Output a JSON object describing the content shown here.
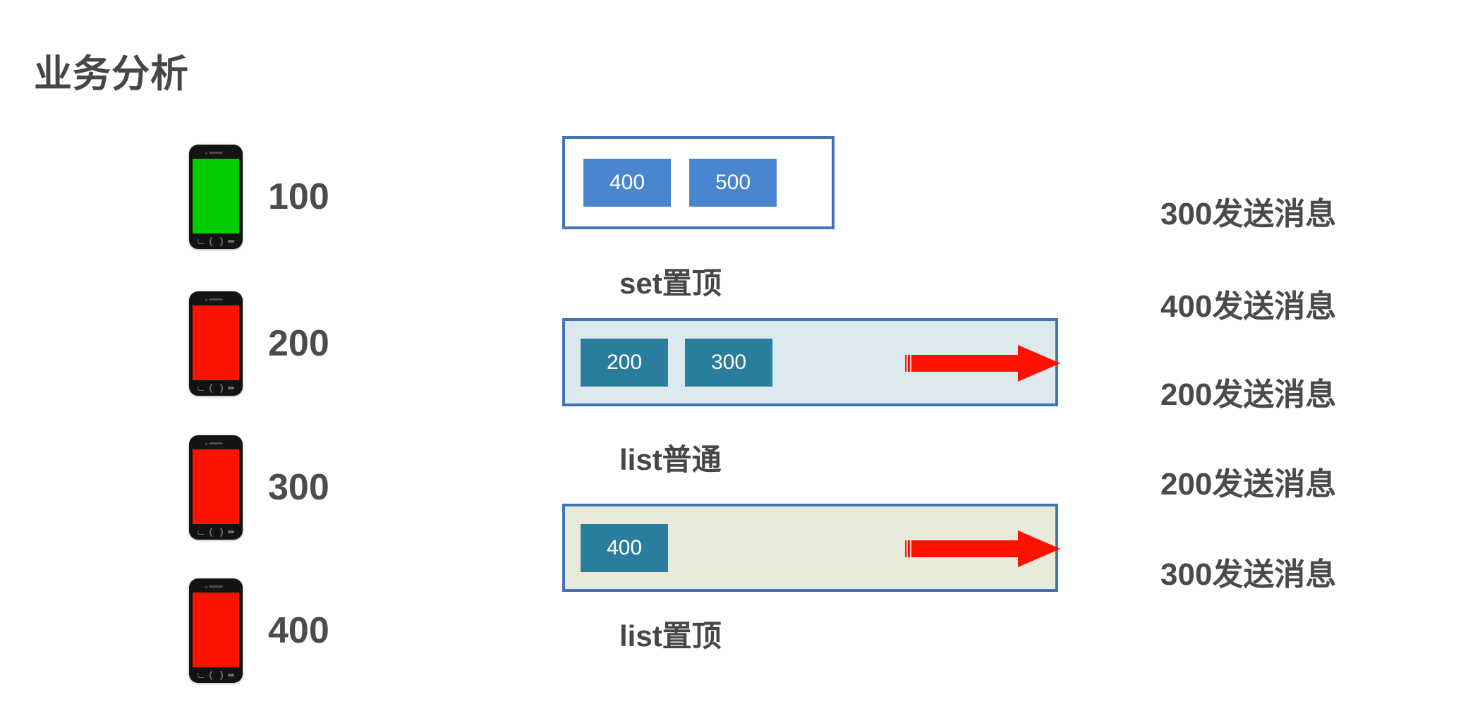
{
  "title": "业务分析",
  "phones": [
    {
      "label": "100",
      "screen_color": "#00cc00",
      "state": "green"
    },
    {
      "label": "200",
      "screen_color": "#ff1100",
      "state": "red"
    },
    {
      "label": "300",
      "screen_color": "#ff1100",
      "state": "red"
    },
    {
      "label": "400",
      "screen_color": "#ff1100",
      "state": "red"
    }
  ],
  "structures": [
    {
      "key": "set_top",
      "label": "set置顶",
      "background": "#ffffff",
      "border_color": "#4472b4",
      "node_color": "#4a86ce",
      "nodes": [
        "400",
        "500"
      ],
      "has_arrow": false
    },
    {
      "key": "list_normal",
      "label": "list普通",
      "background": "#dceaf0",
      "border_color": "#4472b4",
      "node_color": "#2a7d9c",
      "nodes": [
        "200",
        "300"
      ],
      "has_arrow": true,
      "arrow_color": "#ff1100"
    },
    {
      "key": "list_top",
      "label": "list置顶",
      "background": "#e9eada",
      "border_color": "#4472b4",
      "node_color": "#2a7d9c",
      "nodes": [
        "400"
      ],
      "has_arrow": true,
      "arrow_color": "#ff1100"
    }
  ],
  "messages": [
    "300发送消息",
    "400发送消息",
    "200发送消息",
    "200发送消息",
    "300发送消息"
  ],
  "colors": {
    "text": "#464646",
    "blue_node": "#4a86ce",
    "teal_node": "#2a7d9c",
    "border_blue": "#4472b4",
    "arrow_red": "#ff1100",
    "green_screen": "#00cc00",
    "red_screen": "#ff1100"
  }
}
